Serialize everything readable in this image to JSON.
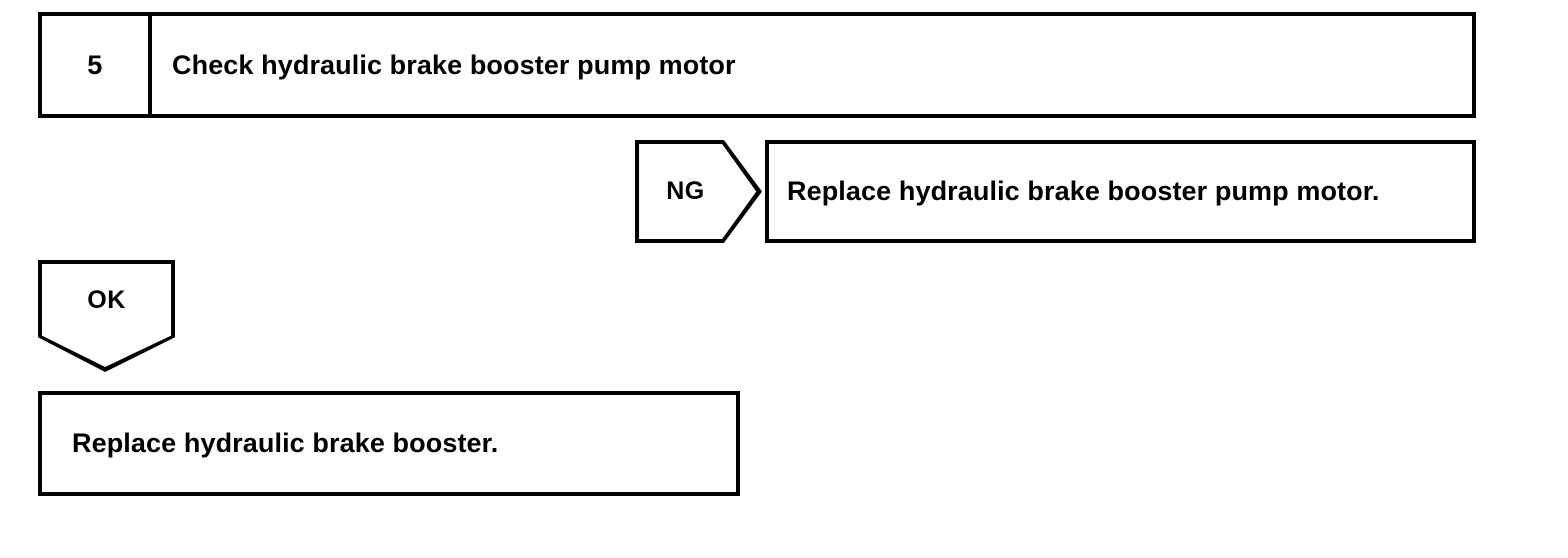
{
  "diagram": {
    "type": "troubleshooting-flowchart",
    "step": {
      "number": "5",
      "title": "Check hydraulic brake booster pump motor"
    },
    "branches": [
      {
        "result_label": "NG",
        "shape": "pentagon-right",
        "action": "Replace hydraulic brake booster pump motor."
      },
      {
        "result_label": "OK",
        "shape": "pentagon-down",
        "action": "Replace hydraulic brake booster."
      }
    ],
    "colors": {
      "stroke": "#000000",
      "background": "#ffffff",
      "text": "#000000"
    }
  }
}
